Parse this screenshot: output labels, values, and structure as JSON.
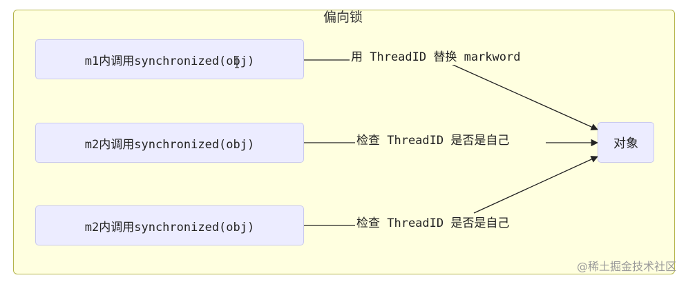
{
  "diagram": {
    "title": "偏向锁",
    "nodes": [
      {
        "id": "m1",
        "label": "m1内调用synchronized(obj)"
      },
      {
        "id": "m2a",
        "label": "m2内调用synchronized(obj)"
      },
      {
        "id": "m2b",
        "label": "m2内调用synchronized(obj)"
      },
      {
        "id": "target",
        "label": "对象"
      }
    ],
    "edges": [
      {
        "from": "m1",
        "to": "target",
        "label": "用 ThreadID 替换 markword"
      },
      {
        "from": "m2a",
        "to": "target",
        "label": "检查 ThreadID 是否是自己"
      },
      {
        "from": "m2b",
        "to": "target",
        "label": "检查 ThreadID 是否是自己"
      }
    ]
  },
  "watermark": "@稀土掘金技术社区",
  "colors": {
    "subgraph_fill": "#ffffe0",
    "subgraph_border": "#b4b44a",
    "node_fill": "#ececff",
    "node_border": "#c9c9ee",
    "edge": "#222222"
  },
  "icons": {
    "cursor": "text-cursor-icon"
  }
}
